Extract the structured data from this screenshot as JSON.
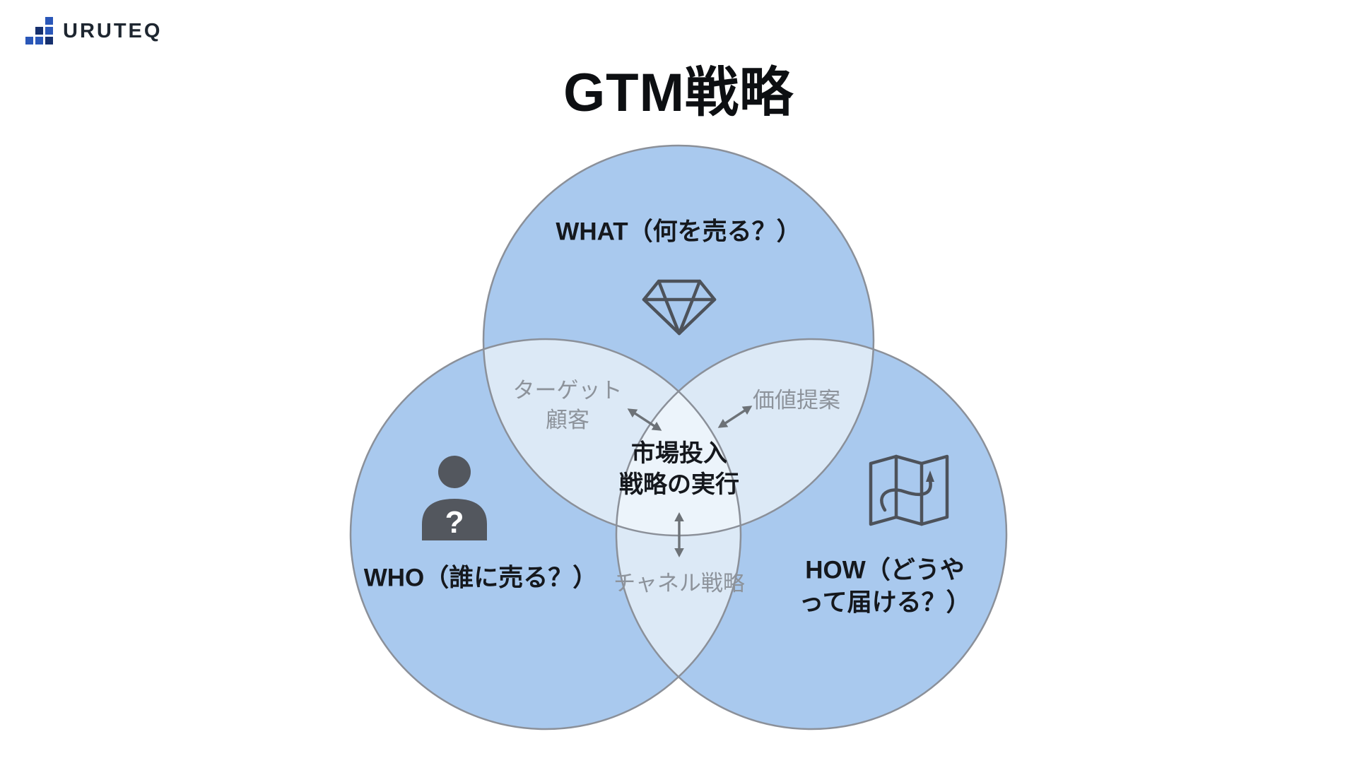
{
  "logo": {
    "brand": "URUTEQ"
  },
  "title": "GTM戦略",
  "venn": {
    "what": {
      "label": "WHAT（何を売る？）",
      "icon": "diamond-icon"
    },
    "who": {
      "label": "WHO（誰に売る？）",
      "icon": "person-question-icon",
      "icon_mark": "?"
    },
    "how": {
      "label_line1": "HOW（どうや",
      "label_line2": "って届ける？）",
      "icon": "map-route-icon"
    },
    "intersections": {
      "what_who": {
        "line1": "ターゲット",
        "line2": "顧客"
      },
      "what_how": {
        "label": "価値提案"
      },
      "who_how": {
        "label": "チャネル戦略"
      },
      "center": {
        "line1": "市場投入",
        "line2": "戦略の実行"
      }
    }
  },
  "colors": {
    "circle_fill": "#a9c9ee",
    "overlap_fill": "#dce9f6",
    "center_fill": "#ecf4fb",
    "circle_stroke": "#8b9099",
    "icon_color": "#4d525a",
    "arrow_color": "#6d7277",
    "muted_text": "#8d939b",
    "logo_blue": "#2a57b8",
    "logo_dark_blue": "#16306e"
  }
}
